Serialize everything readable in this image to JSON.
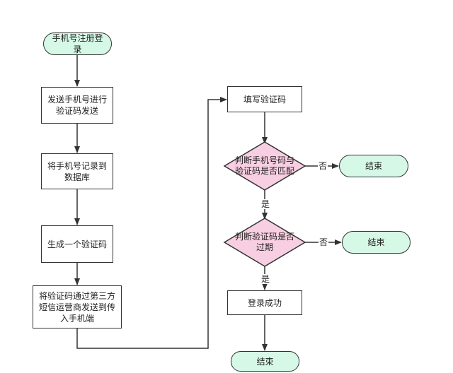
{
  "nodes": {
    "start": "手机号注册登录",
    "send_code": "发送手机号进行验证码发送",
    "record_phone": "将手机号记录到数据库",
    "generate_code": "生成一个验证码",
    "sms_send": "将验证码通过第三方短信运营商发送到传入手机端",
    "fill_code": "填写验证码",
    "check_match": "判断手机号码与验证码是否匹配",
    "end_mismatch": "结束",
    "check_expired": "判断验证码是否过期",
    "end_expired": "结束",
    "login_success": "登录成功",
    "end_final": "结束"
  },
  "edge_labels": {
    "no_match": "否",
    "yes_match": "是",
    "no_expired": "否",
    "yes_expired": "是"
  },
  "colors": {
    "terminal_fill": "#d6f8e7",
    "decision_fill": "#f8cfe2",
    "stroke": "#333333"
  }
}
